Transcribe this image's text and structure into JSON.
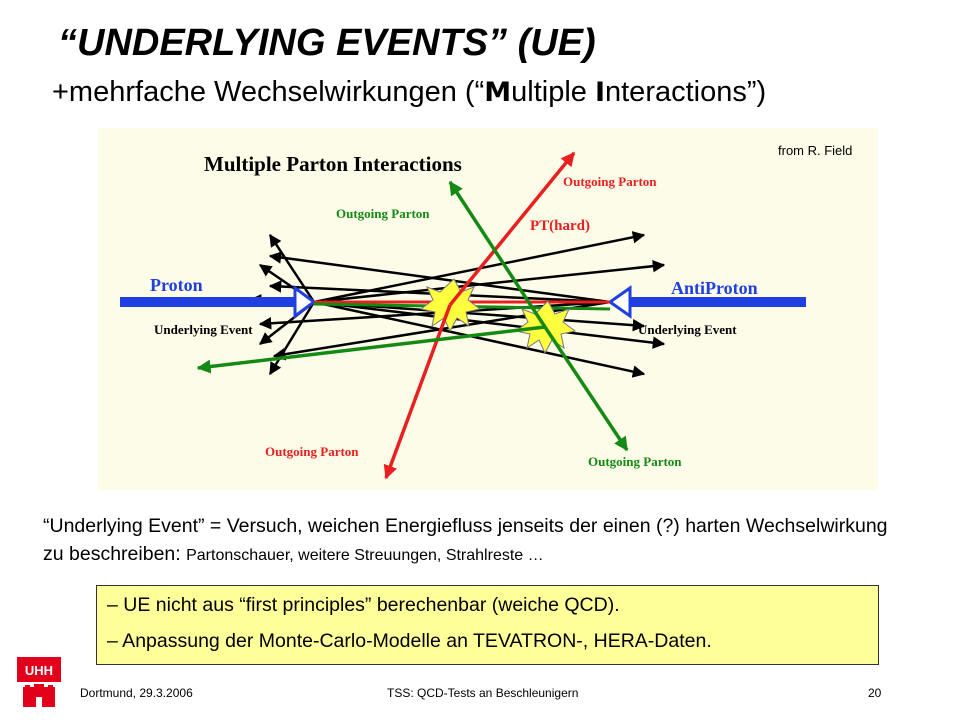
{
  "slide": {
    "title": "“UNDERLYING EVENTS” (UE)",
    "subtitle_pre": "+mehrfache Wechselwirkungen (“",
    "subtitle_bold1": "M",
    "subtitle_mid": "ultiple ",
    "subtitle_bold2": "I",
    "subtitle_post": "nteractions”)"
  },
  "diagram": {
    "title": "Multiple Parton Interactions",
    "credit": "from R. Field",
    "proton": "Proton",
    "antiproton": "AntiProton",
    "ue_left": "Underlying Event",
    "ue_right": "Underlying Event",
    "out_green_top": "Outgoing Parton",
    "out_red_top": "Outgoing Parton",
    "pt_hard": "PT(hard)",
    "out_red_bottom": "Outgoing Parton",
    "out_green_bottom": "Outgoing Parton",
    "colors": {
      "red": "#e82020",
      "green": "#148a14",
      "blue": "#1f3fe0",
      "star": "#ffff40"
    }
  },
  "description": {
    "main": "“Underlying Event” = Versuch, weichen Energiefluss jenseits der einen (?) harten Wechselwirkung zu beschreiben: ",
    "small": "Partonschauer, weitere Streuungen, Strahlreste …"
  },
  "box": {
    "item1": "– UE nicht aus “first principles” berechenbar (weiche QCD).",
    "item2": "– Anpassung der Monte-Carlo-Modelle an TEVATRON-, HERA-Daten."
  },
  "footer": {
    "left": "Dortmund, 29.3.2006",
    "center": "TSS: QCD-Tests an Beschleunigern",
    "page": "20"
  },
  "logo": {
    "text": "UHH",
    "color": "#e2001a"
  }
}
